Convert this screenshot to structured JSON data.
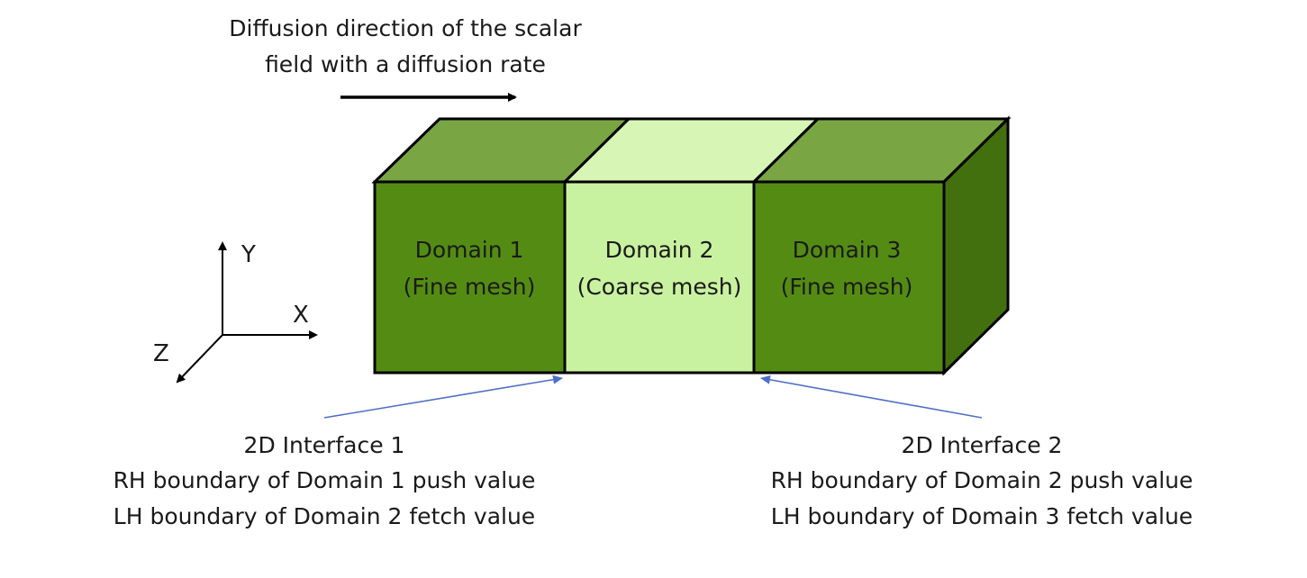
{
  "direction_caption": {
    "line1": "Diffusion direction of the scalar",
    "line2": "field with a diffusion rate"
  },
  "axes": {
    "y": "Y",
    "x": "X",
    "z": "Z"
  },
  "domains": [
    {
      "name": "Domain 1",
      "mesh": "(Fine mesh)"
    },
    {
      "name": "Domain 2",
      "mesh": "(Coarse mesh)"
    },
    {
      "name": "Domain 3",
      "mesh": "(Fine mesh)"
    }
  ],
  "interfaces": [
    {
      "title": "2D Interface 1",
      "line2": "RH boundary of Domain 1 push value",
      "line3": "LH boundary of Domain 2 fetch value"
    },
    {
      "title": "2D Interface 2",
      "line2": "RH boundary of Domain 2 push value",
      "line3": "LH boundary of Domain 3 fetch value"
    }
  ],
  "colors": {
    "fine_front": "#548c13",
    "fine_top": "#79a643",
    "coarse_front": "#c9f2a0",
    "coarse_top": "#d7f6b6",
    "side": "#43700e",
    "pointer": "#4f6fc4"
  }
}
